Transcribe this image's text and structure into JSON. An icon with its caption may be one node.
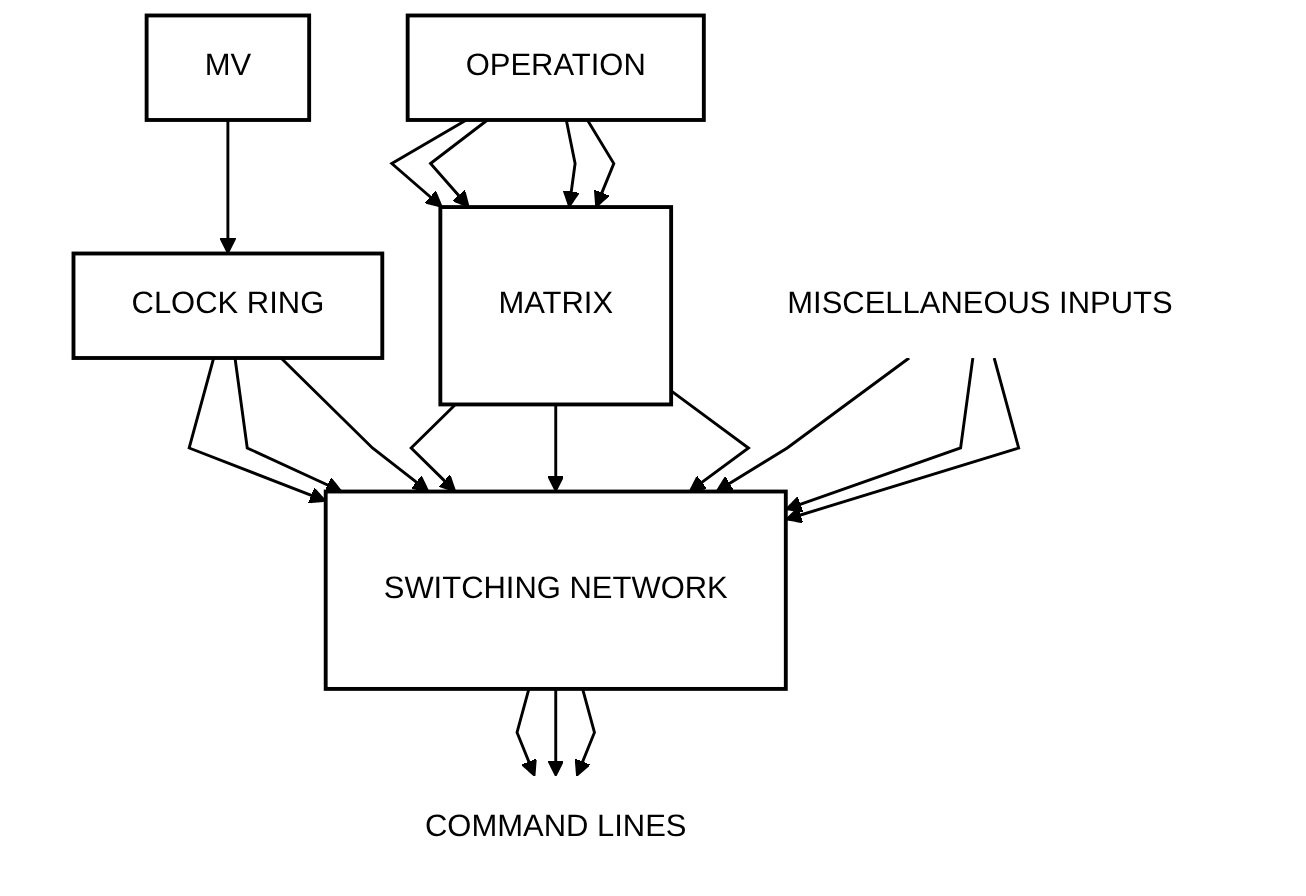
{
  "diagram": {
    "nodes": [
      {
        "text": [
          "MV"
        ]
      },
      {
        "text": [
          "CLOCK RING"
        ]
      },
      {
        "text": [
          "OPERATION"
        ]
      },
      {
        "text": [
          "MATRIX"
        ]
      },
      {
        "text": [
          "SWITCHING NETWORK"
        ]
      },
      {
        "text": [
          "MISCELLANEOUS INPUTS"
        ]
      },
      {
        "text": [
          "COMMAND LINES"
        ]
      }
    ],
    "edges": [
      {
        "from": 0,
        "to": 1,
        "arrow": "to"
      },
      {
        "from": 1,
        "to": 4,
        "arrow": "to"
      },
      {
        "from": 1,
        "to": 4,
        "arrow": "to"
      },
      {
        "from": 1,
        "to": 4,
        "arrow": "to"
      },
      {
        "from": 2,
        "to": 3,
        "arrow": "to"
      },
      {
        "from": 2,
        "to": 3,
        "arrow": "to"
      },
      {
        "from": 2,
        "to": 3,
        "arrow": "to"
      },
      {
        "from": 2,
        "to": 3,
        "arrow": "to"
      },
      {
        "from": 3,
        "to": 4,
        "arrow": "to"
      },
      {
        "from": 3,
        "to": 4,
        "arrow": "to"
      },
      {
        "from": 3,
        "to": 4,
        "arrow": "to"
      },
      {
        "from": 5,
        "to": 4,
        "arrow": "to"
      },
      {
        "from": 5,
        "to": 4,
        "arrow": "to"
      },
      {
        "from": 5,
        "to": 4,
        "arrow": "to"
      },
      {
        "from": 4,
        "to": 6,
        "arrow": "to"
      },
      {
        "from": 4,
        "to": 6,
        "arrow": "to"
      },
      {
        "from": 4,
        "to": 6,
        "arrow": "to"
      }
    ]
  }
}
